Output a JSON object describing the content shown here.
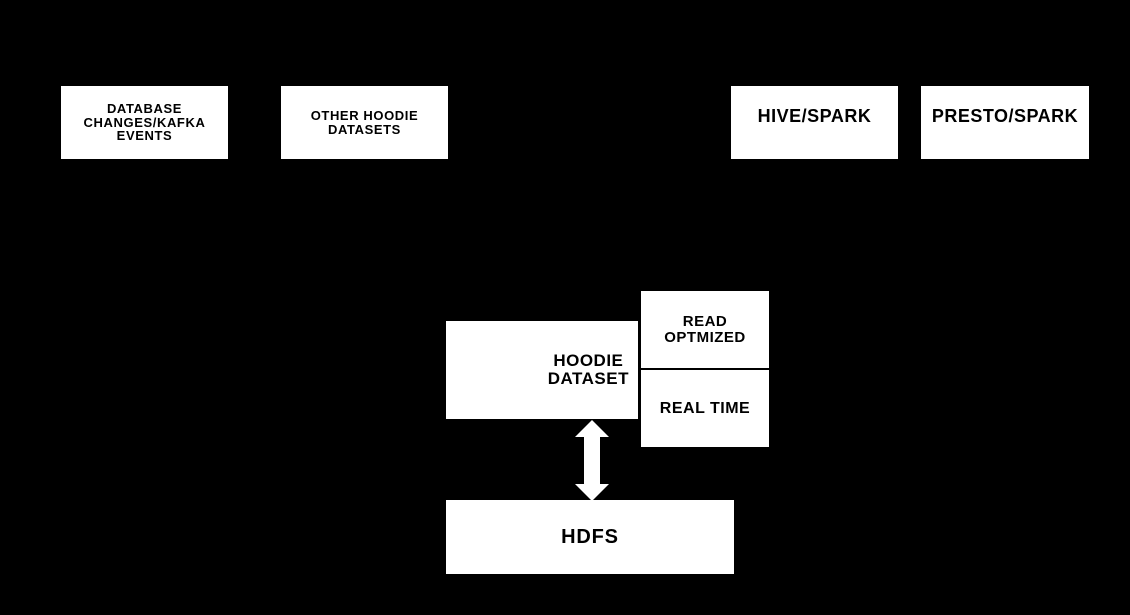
{
  "diagram": {
    "background_color": "#000000",
    "box_fill_color": "#ffffff",
    "box_text_color": "#000000",
    "boxes": {
      "database_kafka": {
        "label": "DATABASE\nCHANGES/KAFKA\nEVENTS"
      },
      "other_hoodie": {
        "label": "OTHER HOODIE\nDATASETS"
      },
      "hive_spark": {
        "label": "HIVE/SPARK"
      },
      "presto_spark": {
        "label": "PRESTO/SPARK"
      },
      "hoodie_dataset": {
        "label": "HOODIE\nDATASET"
      },
      "read_optmized": {
        "label": "READ\nOPTMIZED"
      },
      "real_time": {
        "label": "REAL TIME"
      },
      "hdfs": {
        "label": "HDFS"
      }
    },
    "connector": {
      "between": [
        "hoodie_dataset",
        "hdfs"
      ],
      "type": "double-headed-vertical-arrow",
      "color": "#ffffff"
    }
  }
}
